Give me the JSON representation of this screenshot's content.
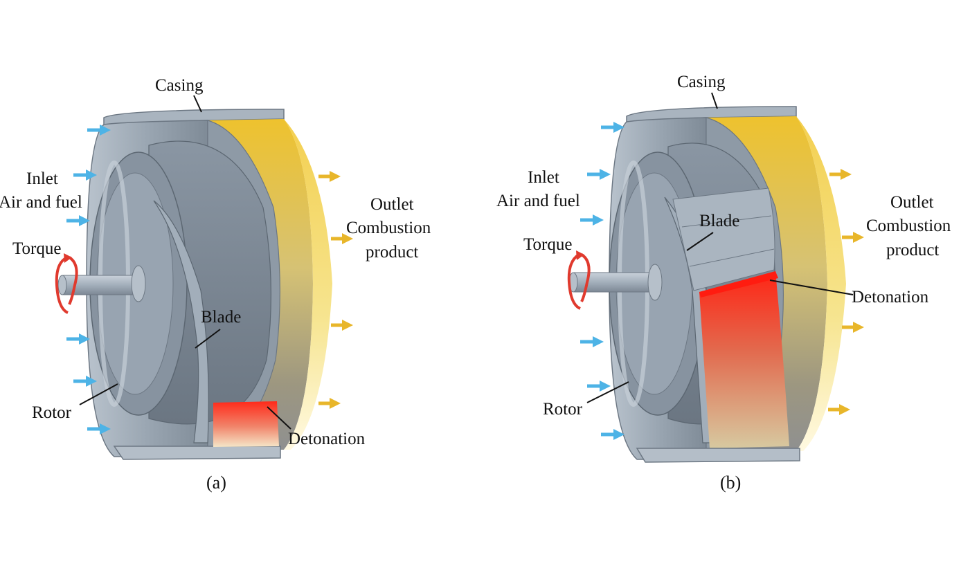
{
  "colors": {
    "metal": "#9aa6b2",
    "metal_dark": "#6c7783",
    "metal_light": "#c3ccd6",
    "inlet_arrow": "#4db3e6",
    "outlet_arrow": "#e8b62a",
    "flow_yellow": "#efc534",
    "detonation": "#ff2a1a",
    "torque": "#e03a2e"
  },
  "panel_a": {
    "caption": "(a)",
    "labels": {
      "casing": "Casing",
      "inlet": "Inlet",
      "inlet_sub": "Air and fuel",
      "torque": "Torque",
      "outlet": "Outlet",
      "outlet_sub1": "Combustion",
      "outlet_sub2": "product",
      "blade": "Blade",
      "rotor": "Rotor",
      "detonation": "Detonation"
    }
  },
  "panel_b": {
    "caption": "(b)",
    "labels": {
      "casing": "Casing",
      "inlet": "Inlet",
      "inlet_sub": "Air and fuel",
      "torque": "Torque",
      "outlet": "Outlet",
      "outlet_sub1": "Combustion",
      "outlet_sub2": "product",
      "blade": "Blade",
      "rotor": "Rotor",
      "detonation": "Detonation"
    }
  }
}
